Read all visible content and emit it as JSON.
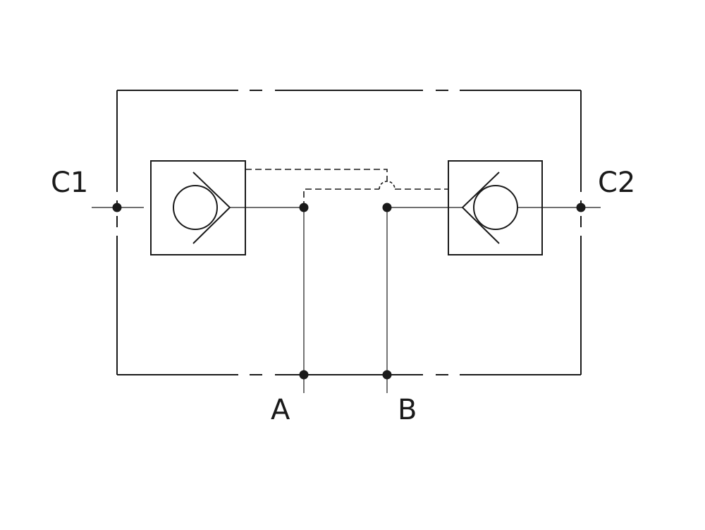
{
  "ports": {
    "c1": "C1",
    "c2": "C2",
    "a": "A",
    "b": "B"
  },
  "colors": {
    "line": "#1a1a1a",
    "background": "#ffffff"
  }
}
